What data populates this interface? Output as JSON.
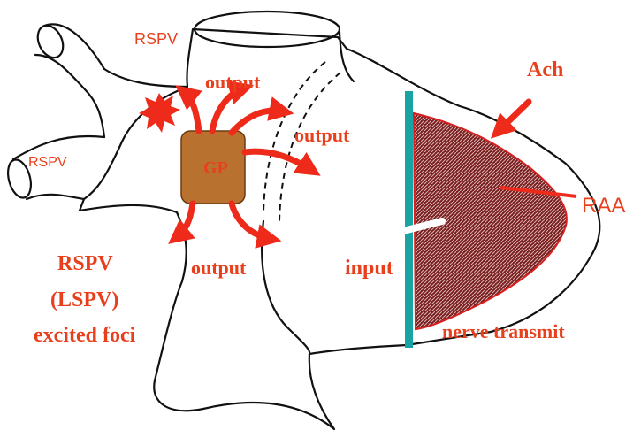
{
  "labels": {
    "rspv_top": "RSPV",
    "rspv_left": "RSPV",
    "output_top": "output",
    "output_right": "output",
    "output_bottom": "output",
    "gp": "GP",
    "input": "input",
    "ach": "Ach",
    "raa": "RAA",
    "rspv_main": "RSPV",
    "lspv": "(LSPV)",
    "excited_foci": "excited foci",
    "nerve_transmit": "nerve transmit"
  },
  "colors": {
    "label_red": "#e8401c",
    "arrow_red": "#ee2a1a",
    "gp_fill": "#b8712f",
    "nerve_bar": "#1aa3a3",
    "raa_fill": "#7a1f1f",
    "outline": "#111111"
  }
}
